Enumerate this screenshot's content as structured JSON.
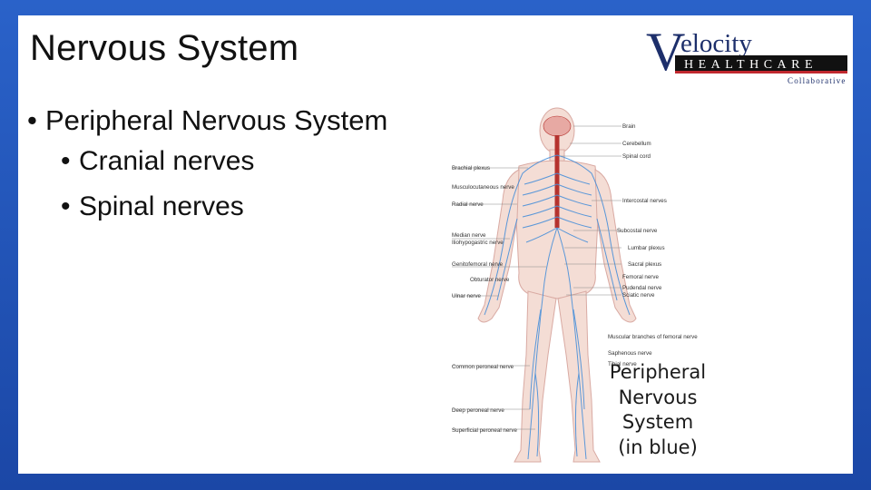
{
  "slide": {
    "title": "Nervous System",
    "bullets": {
      "level1": "Peripheral Nervous System",
      "level2": [
        "Cranial nerves",
        "Spinal nerves"
      ]
    },
    "bullet_symbol": "•"
  },
  "logo": {
    "letter": "V",
    "word_top": "elocity",
    "word_band": "HEALTHCARE",
    "word_bottom": "Collaborative",
    "colors": {
      "navy": "#1d2f6b",
      "band": "#111111",
      "red": "#c0282e"
    }
  },
  "figure": {
    "labels_left": [
      "Brachial plexus",
      "Musculocutaneous nerve",
      "Radial nerve",
      "Median nerve",
      "Iliohypogastric nerve",
      "Genitofemoral nerve",
      "Obturator nerve",
      "Ulnar nerve",
      "Common peroneal nerve",
      "Deep peroneal nerve",
      "Superficial peroneal nerve"
    ],
    "labels_right": [
      "Brain",
      "Cerebellum",
      "Spinal cord",
      "Intercostal nerves",
      "Subcostal nerve",
      "Lumbar plexus",
      "Sacral plexus",
      "Femoral nerve",
      "Pudendal nerve",
      "Sciatic nerve",
      "Muscular branches of femoral nerve",
      "Saphenous nerve",
      "Tibial nerve"
    ],
    "caption_lines": [
      "Peripheral",
      "Nervous",
      "System",
      "(in blue)"
    ],
    "colors": {
      "nerve": "#4a90d9",
      "cord": "#b5322e",
      "skin": "#f4ddd5"
    }
  }
}
